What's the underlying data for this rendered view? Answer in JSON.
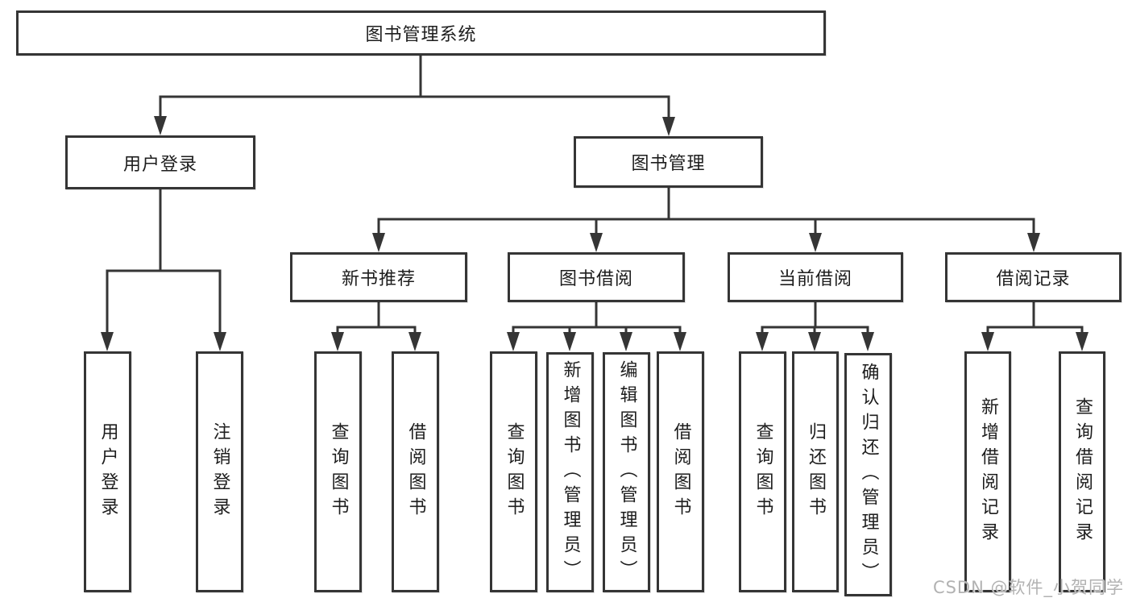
{
  "diagram": {
    "root": "图书管理系统",
    "level2": [
      "用户登录",
      "图书管理"
    ],
    "level3": [
      "新书推荐",
      "图书借阅",
      "当前借阅",
      "借阅记录"
    ],
    "leaves": [
      "用户登录",
      "注销登录",
      "查询图书",
      "借阅图书",
      "查询图书",
      "新增图书（管理员）",
      "编辑图书（管理员）",
      "借阅图书",
      "查询图书",
      "归还图书",
      "确认归还（管理员）",
      "新增借阅记录",
      "查询借阅记录"
    ]
  },
  "watermark": "CSDN @软件_小贺同学",
  "colors": {
    "line": "#353535",
    "text": "#1d1d1d",
    "watermark": "#b2b2b2",
    "background": "#ffffff"
  }
}
